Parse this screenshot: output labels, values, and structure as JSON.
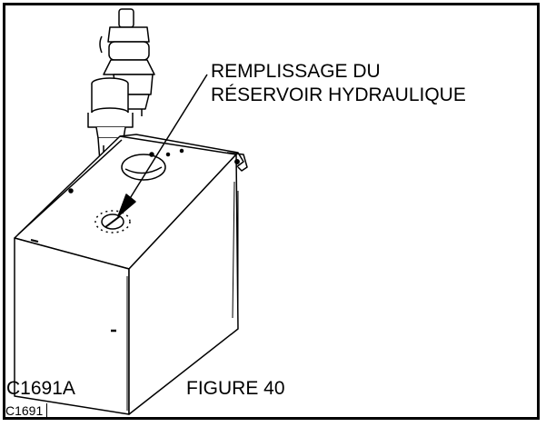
{
  "callout": {
    "line1": "REMPLISSAGE DU",
    "line2": "RÉSERVOIR HYDRAULIQUE"
  },
  "figure_id": "C1691A",
  "figure_title": "FIGURE 40",
  "drawing_id": "C1691",
  "colors": {
    "line": "#000000",
    "background": "#ffffff"
  }
}
